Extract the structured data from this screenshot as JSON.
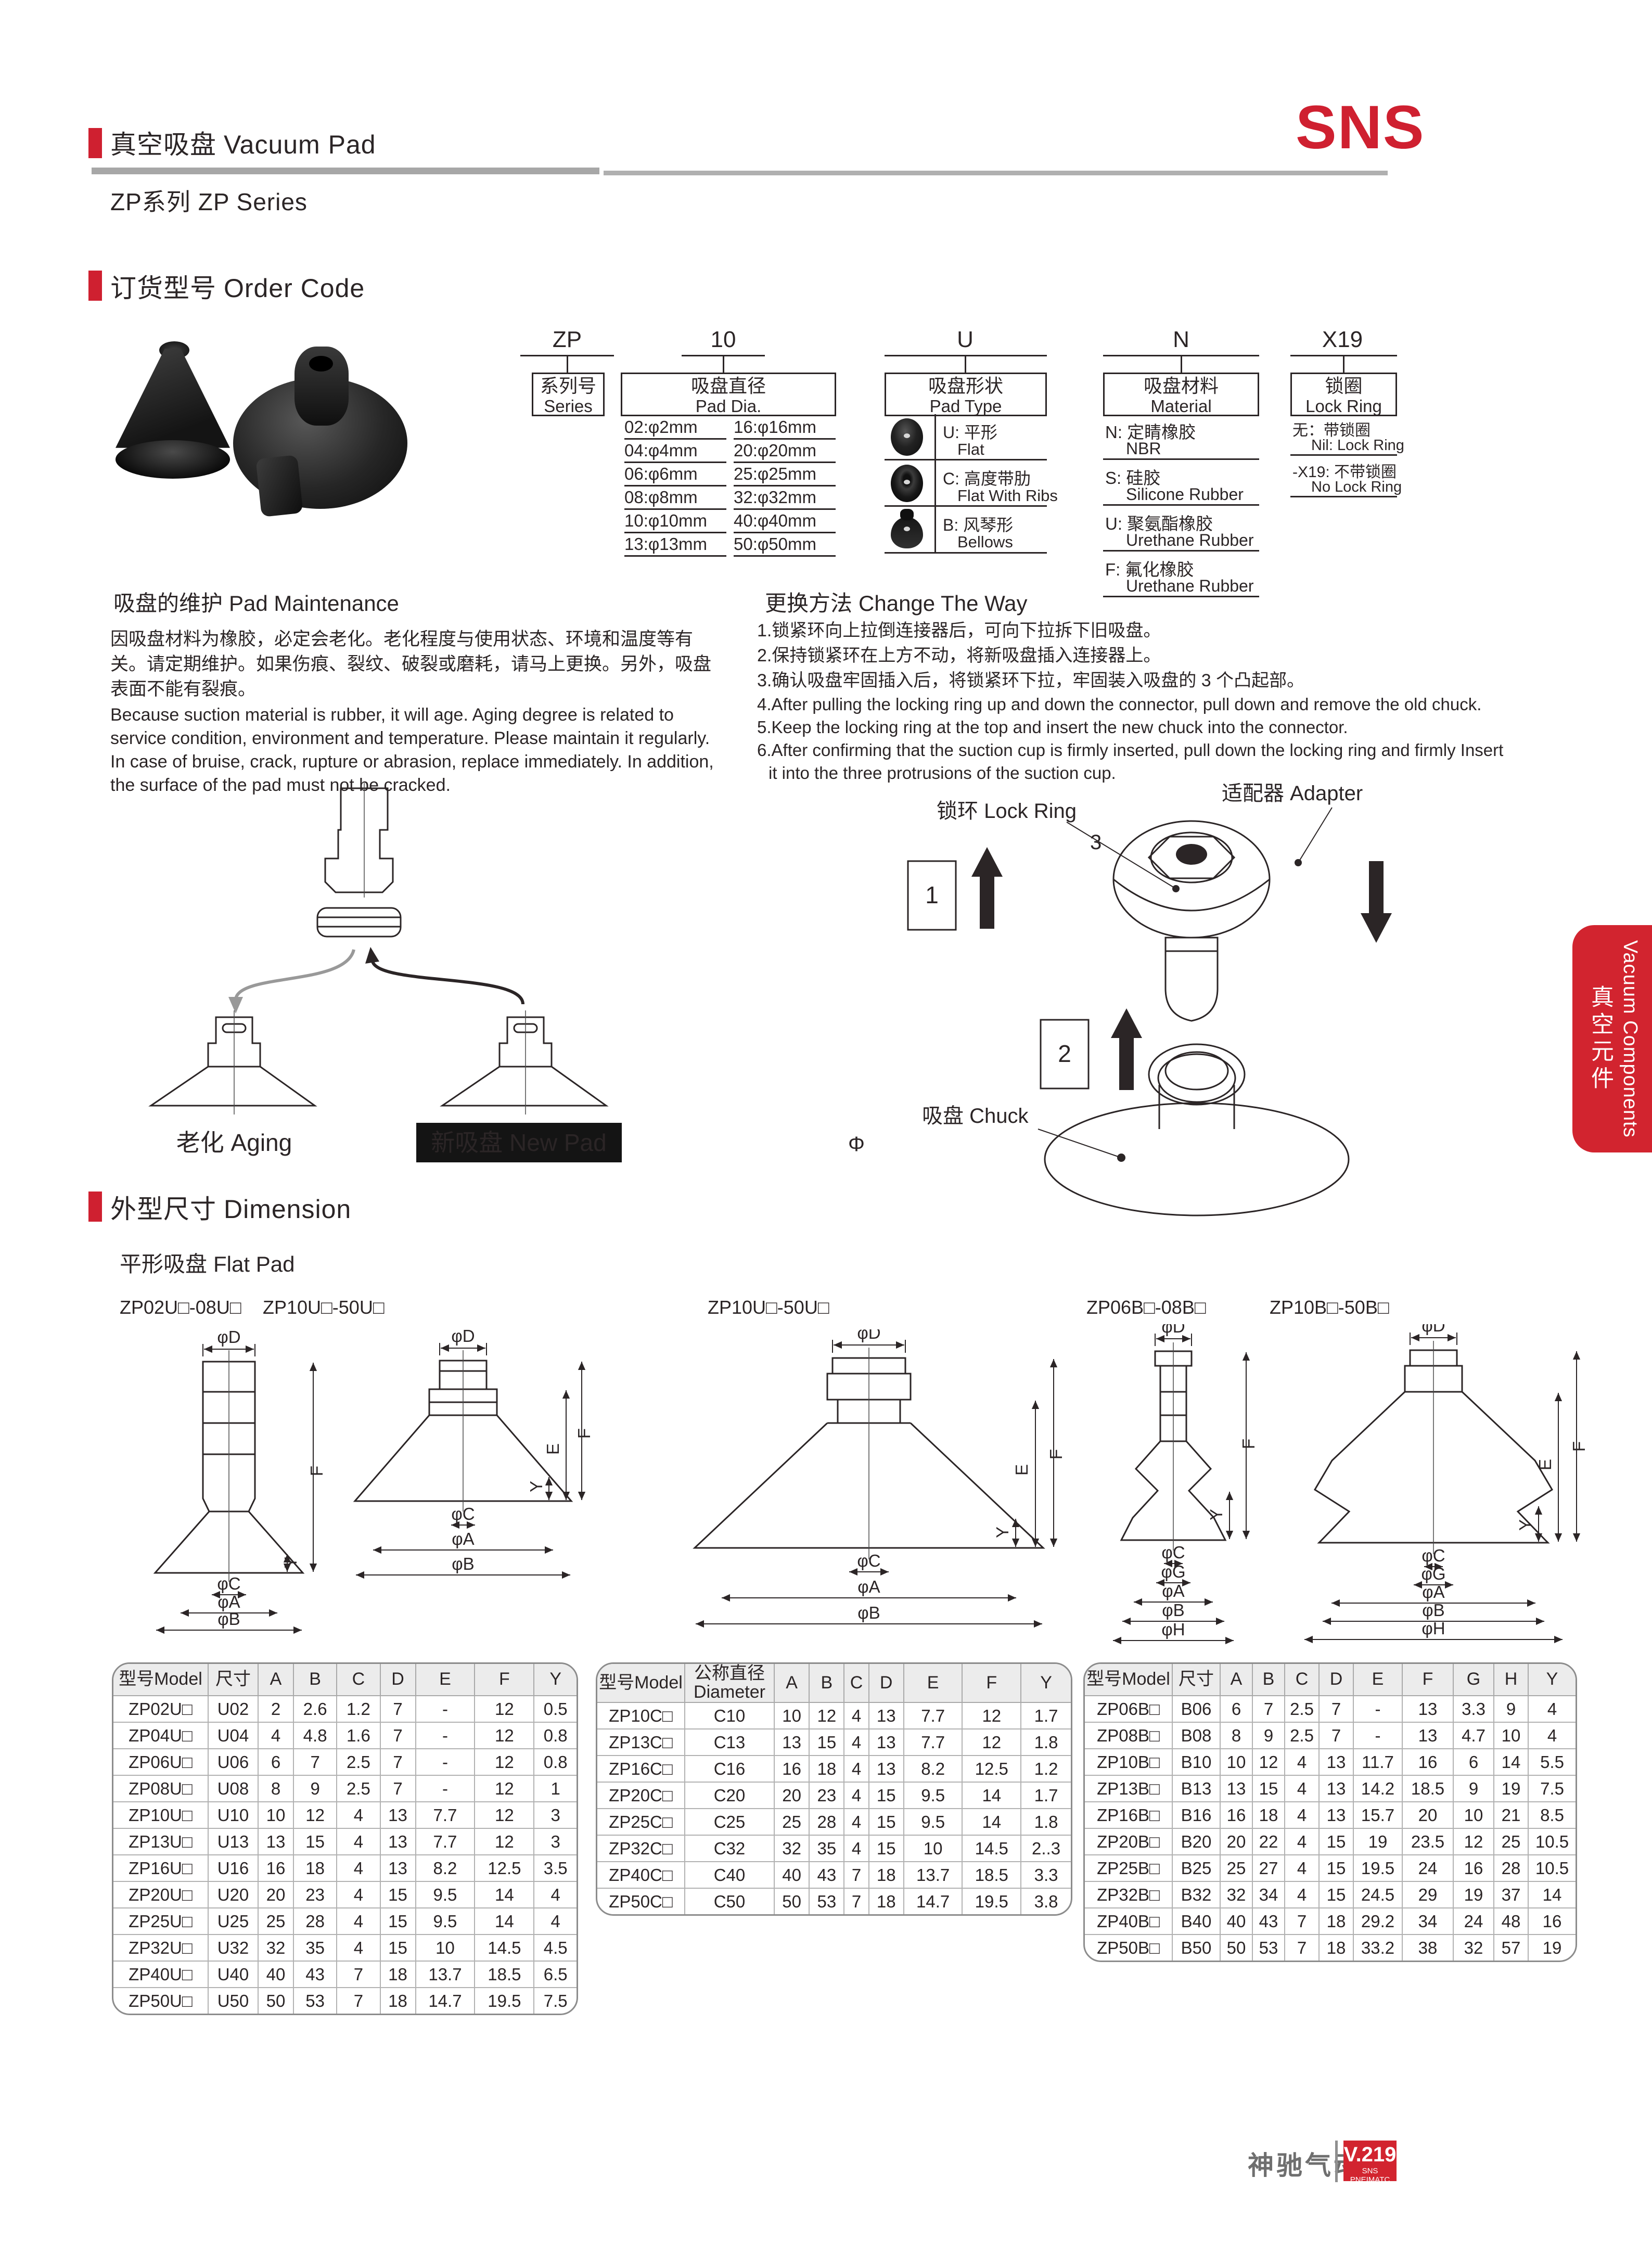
{
  "colors": {
    "accent": "#cf2030",
    "tab_red": "#d2242f",
    "bar_gray": "#a7a7a7"
  },
  "header": {
    "title_cn": "真空吸盘",
    "title_en": "Vacuum Pad",
    "series_cn": "ZP系列",
    "series_en": "ZP Series",
    "brand": "SNS"
  },
  "order_code": {
    "heading_cn": "订货型号",
    "heading_en": "Order Code",
    "columns": [
      {
        "code": "ZP",
        "box_cn": "系列号",
        "box_en": "Series"
      },
      {
        "code": "10",
        "box_cn": "吸盘直径",
        "box_en": "Pad Dia."
      },
      {
        "code": "U",
        "box_cn": "吸盘形状",
        "box_en": "Pad Type"
      },
      {
        "code": "N",
        "box_cn": "吸盘材料",
        "box_en": "Material"
      },
      {
        "code": "X19",
        "box_cn": "锁圈",
        "box_en": "Lock Ring"
      }
    ],
    "dia_options": [
      {
        "left": "02:φ2mm",
        "right": "16:φ16mm"
      },
      {
        "left": "04:φ4mm",
        "right": "20:φ20mm"
      },
      {
        "left": "06:φ6mm",
        "right": "25:φ25mm"
      },
      {
        "left": "08:φ8mm",
        "right": "32:φ32mm"
      },
      {
        "left": "10:φ10mm",
        "right": "40:φ40mm"
      },
      {
        "left": "13:φ13mm",
        "right": "50:φ50mm"
      }
    ],
    "type_options": [
      {
        "cn": "U: 平形",
        "en": "Flat"
      },
      {
        "cn": "C: 高度带肋",
        "en": "Flat With Ribs"
      },
      {
        "cn": "B: 风琴形",
        "en": "Bellows"
      }
    ],
    "material_options": [
      {
        "cn": "N: 定睛橡胶",
        "en": "NBR"
      },
      {
        "cn": "S: 硅胶",
        "en": "Silicone Rubber"
      },
      {
        "cn": "U: 聚氨酯橡胶",
        "en": "Urethane Rubber"
      },
      {
        "cn": "F: 氟化橡胶",
        "en": "Urethane Rubber"
      }
    ],
    "lock_options": [
      {
        "cn": "无：带锁圈",
        "en": "Nil: Lock Ring"
      },
      {
        "cn": "-X19: 不带锁圈",
        "en": "No Lock Ring"
      }
    ]
  },
  "maintenance": {
    "heading_cn": "吸盘的维护",
    "heading_en": "Pad Maintenance",
    "cn_lines": [
      "因吸盘材料为橡胶，必定会老化。老化程度与使用状态、环境和温度等有",
      "关。请定期维护。如果伤痕、裂纹、破裂或磨耗，请马上更换。另外，吸盘",
      "表面不能有裂痕。"
    ],
    "en_lines": [
      "Because suction material is rubber, it will age. Aging degree is related to",
      "service condition, environment and temperature. Please maintain it regularly.",
      "In case of bruise, crack, rupture or abrasion, replace immediately. In addition,",
      "the surface of the pad must not be cracked."
    ]
  },
  "replacement": {
    "heading_cn": "更换方法",
    "heading_en": "Change The Way",
    "steps": [
      "1.锁紧环向上拉倒连接器后，可向下拉拆下旧吸盘。",
      "2.保持锁紧环在上方不动，将新吸盘插入连接器上。",
      "3.确认吸盘牢固插入后，将锁紧环下拉，牢固装入吸盘的 3 个凸起部。",
      "4.After pulling the locking ring up and down the connector, pull down and remove the old chuck.",
      "5.Keep the locking ring at the top and insert the new chuck into the connector.",
      "6.After confirming that the suction cup is firmly inserted, pull down the locking ring and firmly Insert",
      "it into the three protrusions of the suction cup."
    ]
  },
  "diagram_left": {
    "aging": "老化 Aging",
    "new_pad": "新吸盘 New Pad",
    "phi": "Φ"
  },
  "diagram_right": {
    "lock_ring": "锁环 Lock Ring",
    "adapter": "适配器 Adapter",
    "chuck": "吸盘 Chuck",
    "step1": "1",
    "step2": "2",
    "num3": "3"
  },
  "dimension": {
    "heading_cn": "外型尺寸",
    "heading_en": "Dimension",
    "sub_cn": "平形吸盘",
    "sub_en": "Flat Pad",
    "captions": [
      "ZP02U□-08U□",
      "ZP10U□-50U□",
      "ZP10U□-50U□",
      "ZP06B□-08B□",
      "ZP10B□-50B□"
    ],
    "labels": {
      "phiD": "φD",
      "phiA": "φA",
      "phiB": "φB",
      "phiC": "φC",
      "phiG": "φG",
      "phiH": "φH",
      "E": "E",
      "F": "F",
      "Y": "Y"
    }
  },
  "tables": [
    {
      "headers": [
        "型号Model",
        "尺寸",
        "A",
        "B",
        "C",
        "D",
        "E",
        "F",
        "Y"
      ],
      "rows": [
        [
          "ZP02U□",
          "U02",
          "2",
          "2.6",
          "1.2",
          "7",
          "-",
          "12",
          "0.5"
        ],
        [
          "ZP04U□",
          "U04",
          "4",
          "4.8",
          "1.6",
          "7",
          "-",
          "12",
          "0.8"
        ],
        [
          "ZP06U□",
          "U06",
          "6",
          "7",
          "2.5",
          "7",
          "-",
          "12",
          "0.8"
        ],
        [
          "ZP08U□",
          "U08",
          "8",
          "9",
          "2.5",
          "7",
          "-",
          "12",
          "1"
        ],
        [
          "ZP10U□",
          "U10",
          "10",
          "12",
          "4",
          "13",
          "7.7",
          "12",
          "3"
        ],
        [
          "ZP13U□",
          "U13",
          "13",
          "15",
          "4",
          "13",
          "7.7",
          "12",
          "3"
        ],
        [
          "ZP16U□",
          "U16",
          "16",
          "18",
          "4",
          "13",
          "8.2",
          "12.5",
          "3.5"
        ],
        [
          "ZP20U□",
          "U20",
          "20",
          "23",
          "4",
          "15",
          "9.5",
          "14",
          "4"
        ],
        [
          "ZP25U□",
          "U25",
          "25",
          "28",
          "4",
          "15",
          "9.5",
          "14",
          "4"
        ],
        [
          "ZP32U□",
          "U32",
          "32",
          "35",
          "4",
          "15",
          "10",
          "14.5",
          "4.5"
        ],
        [
          "ZP40U□",
          "U40",
          "40",
          "43",
          "7",
          "18",
          "13.7",
          "18.5",
          "6.5"
        ],
        [
          "ZP50U□",
          "U50",
          "50",
          "53",
          "7",
          "18",
          "14.7",
          "19.5",
          "7.5"
        ]
      ]
    },
    {
      "headers": [
        "型号Model",
        "公称直径\nDiameter",
        "A",
        "B",
        "C",
        "D",
        "E",
        "F",
        "Y"
      ],
      "rows": [
        [
          "ZP10C□",
          "C10",
          "10",
          "12",
          "4",
          "13",
          "7.7",
          "12",
          "1.7"
        ],
        [
          "ZP13C□",
          "C13",
          "13",
          "15",
          "4",
          "13",
          "7.7",
          "12",
          "1.8"
        ],
        [
          "ZP16C□",
          "C16",
          "16",
          "18",
          "4",
          "13",
          "8.2",
          "12.5",
          "1.2"
        ],
        [
          "ZP20C□",
          "C20",
          "20",
          "23",
          "4",
          "15",
          "9.5",
          "14",
          "1.7"
        ],
        [
          "ZP25C□",
          "C25",
          "25",
          "28",
          "4",
          "15",
          "9.5",
          "14",
          "1.8"
        ],
        [
          "ZP32C□",
          "C32",
          "32",
          "35",
          "4",
          "15",
          "10",
          "14.5",
          "2..3"
        ],
        [
          "ZP40C□",
          "C40",
          "40",
          "43",
          "7",
          "18",
          "13.7",
          "18.5",
          "3.3"
        ],
        [
          "ZP50C□",
          "C50",
          "50",
          "53",
          "7",
          "18",
          "14.7",
          "19.5",
          "3.8"
        ]
      ]
    },
    {
      "headers": [
        "型号Model",
        "尺寸",
        "A",
        "B",
        "C",
        "D",
        "E",
        "F",
        "G",
        "H",
        "Y"
      ],
      "rows": [
        [
          "ZP06B□",
          "B06",
          "6",
          "7",
          "2.5",
          "7",
          "-",
          "13",
          "3.3",
          "9",
          "4"
        ],
        [
          "ZP08B□",
          "B08",
          "8",
          "9",
          "2.5",
          "7",
          "-",
          "13",
          "4.7",
          "10",
          "4"
        ],
        [
          "ZP10B□",
          "B10",
          "10",
          "12",
          "4",
          "13",
          "11.7",
          "16",
          "6",
          "14",
          "5.5"
        ],
        [
          "ZP13B□",
          "B13",
          "13",
          "15",
          "4",
          "13",
          "14.2",
          "18.5",
          "9",
          "19",
          "7.5"
        ],
        [
          "ZP16B□",
          "B16",
          "16",
          "18",
          "4",
          "13",
          "15.7",
          "20",
          "10",
          "21",
          "8.5"
        ],
        [
          "ZP20B□",
          "B20",
          "20",
          "22",
          "4",
          "15",
          "19",
          "23.5",
          "12",
          "25",
          "10.5"
        ],
        [
          "ZP25B□",
          "B25",
          "25",
          "27",
          "4",
          "15",
          "19.5",
          "24",
          "16",
          "28",
          "10.5"
        ],
        [
          "ZP32B□",
          "B32",
          "32",
          "34",
          "4",
          "15",
          "24.5",
          "29",
          "19",
          "37",
          "14"
        ],
        [
          "ZP40B□",
          "B40",
          "40",
          "43",
          "7",
          "18",
          "29.2",
          "34",
          "24",
          "48",
          "16"
        ],
        [
          "ZP50B□",
          "B50",
          "50",
          "53",
          "7",
          "18",
          "33.2",
          "38",
          "32",
          "57",
          "19"
        ]
      ]
    }
  ],
  "side_tab": {
    "en": "Vacuum Components",
    "cn": "真空元件"
  },
  "footer": {
    "company": "神驰气动",
    "version": "V.219",
    "brand_sub": "SNS PNEIMATC"
  }
}
